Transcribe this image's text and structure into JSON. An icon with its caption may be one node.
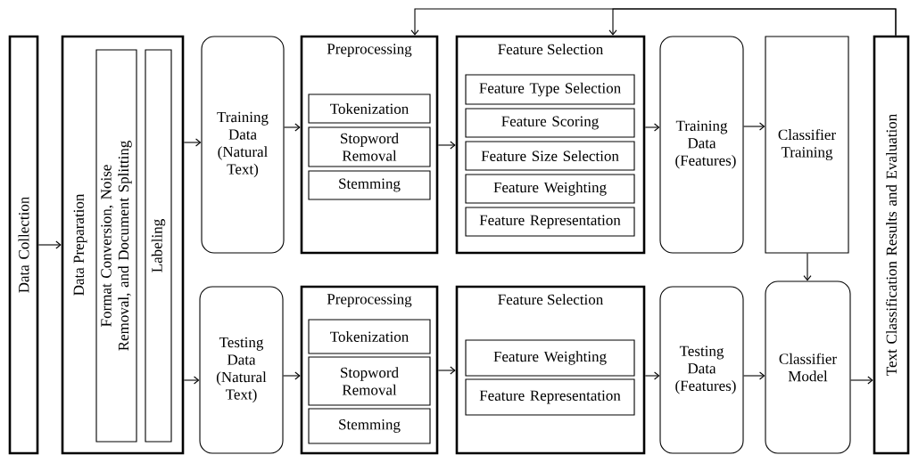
{
  "diagram": {
    "nodes": [
      {
        "text": [
          "Data Collection"
        ]
      },
      {
        "text": [
          "Data Preparation"
        ]
      },
      {
        "text": [
          "Format Conversion, Noise Removal, and Document Splitting"
        ],
        "in": 1
      },
      {
        "text": [
          "Labeling"
        ],
        "in": 1
      },
      {
        "text": [
          "Training Data (Natural Text)"
        ]
      },
      {
        "text": [
          "Preprocessing"
        ]
      },
      {
        "text": [
          "Tokenization"
        ],
        "in": 5
      },
      {
        "text": [
          "Stopword Removal"
        ],
        "in": 5
      },
      {
        "text": [
          "Stemming"
        ],
        "in": 5
      },
      {
        "text": [
          "Feature Selection"
        ]
      },
      {
        "text": [
          "Feature Type Selection"
        ],
        "in": 9
      },
      {
        "text": [
          "Feature Scoring"
        ],
        "in": 9
      },
      {
        "text": [
          "Feature Size Selection"
        ],
        "in": 9
      },
      {
        "text": [
          "Feature Weighting"
        ],
        "in": 9
      },
      {
        "text": [
          "Feature Representation"
        ],
        "in": 9
      },
      {
        "text": [
          "Training Data (Features)"
        ]
      },
      {
        "text": [
          "Classifier Training"
        ]
      },
      {
        "text": [
          "Text Classification Results and Evaluation"
        ]
      },
      {
        "text": [
          "Testing Data (Natural Text)"
        ]
      },
      {
        "text": [
          "Preprocessing"
        ]
      },
      {
        "text": [
          "Tokenization"
        ],
        "in": 19
      },
      {
        "text": [
          "Stopword Removal"
        ],
        "in": 19
      },
      {
        "text": [
          "Stemming"
        ],
        "in": 19
      },
      {
        "text": [
          "Feature Selection"
        ]
      },
      {
        "text": [
          "Feature Weighting"
        ],
        "in": 23
      },
      {
        "text": [
          "Feature Representation"
        ],
        "in": 23
      },
      {
        "text": [
          "Testing Data (Features)"
        ]
      },
      {
        "text": [
          "Classifier Model"
        ]
      }
    ],
    "edges": [
      {
        "from": 0,
        "to": 1,
        "arrow": "to"
      },
      {
        "from": 1,
        "to": 4,
        "arrow": "to"
      },
      {
        "from": 1,
        "to": 18,
        "arrow": "to"
      },
      {
        "from": 4,
        "to": 5,
        "arrow": "to"
      },
      {
        "from": 5,
        "to": 9,
        "arrow": "to"
      },
      {
        "from": 9,
        "to": 15,
        "arrow": "to"
      },
      {
        "from": 15,
        "to": 16,
        "arrow": "to"
      },
      {
        "from": 16,
        "to": 27,
        "arrow": "to"
      },
      {
        "from": 18,
        "to": 19,
        "arrow": "to"
      },
      {
        "from": 19,
        "to": 23,
        "arrow": "to"
      },
      {
        "from": 23,
        "to": 26,
        "arrow": "to"
      },
      {
        "from": 26,
        "to": 27,
        "arrow": "to"
      },
      {
        "from": 27,
        "to": 17,
        "arrow": "to"
      },
      {
        "from": 17,
        "to": 5,
        "arrow": "to"
      },
      {
        "from": 17,
        "to": 9,
        "arrow": "to"
      }
    ]
  }
}
